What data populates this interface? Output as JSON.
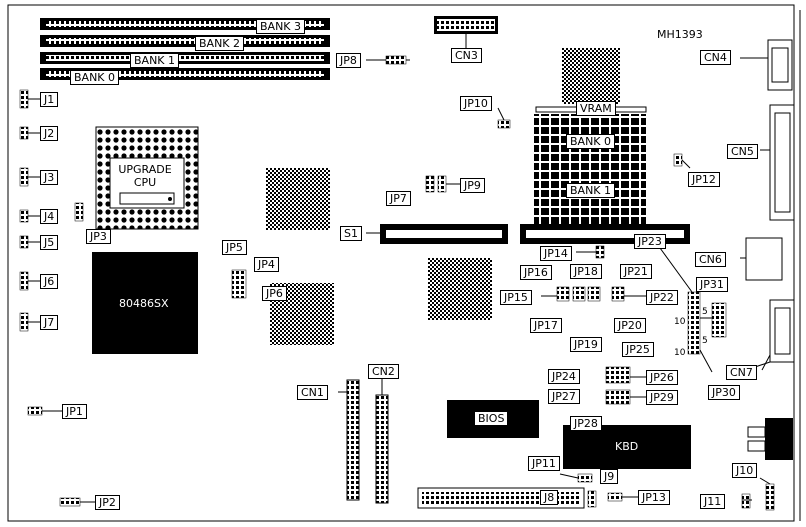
{
  "drawing_id": "MH1393",
  "memory": {
    "bank3": "BANK 3",
    "bank2": "BANK 2",
    "bank1": "BANK 1",
    "bank0": "BANK 0"
  },
  "vram": {
    "title": "VRAM",
    "bank0": "BANK 0",
    "bank1": "BANK 1"
  },
  "cpu": {
    "upgrade": "UPGRADE\nCPU",
    "main": "80486SX"
  },
  "chips": {
    "bios": "BIOS",
    "kbd": "KBD"
  },
  "connectors": {
    "cn1": "CN1",
    "cn2": "CN2",
    "cn3": "CN3",
    "cn4": "CN4",
    "cn5": "CN5",
    "cn6": "CN6",
    "cn7": "CN7"
  },
  "switch": {
    "s1": "S1"
  },
  "pins": {
    "p10a": "10",
    "p5a": "5",
    "p10b": "10",
    "p5b": "5"
  },
  "jumpers": {
    "j1": "J1",
    "j2": "J2",
    "j3": "J3",
    "j4": "J4",
    "j5": "J5",
    "j6": "J6",
    "j7": "J7",
    "j8": "J8",
    "j9": "J9",
    "j10": "J10",
    "j11": "J11",
    "jp1": "JP1",
    "jp2": "JP2",
    "jp3": "JP3",
    "jp4": "JP4",
    "jp5": "JP5",
    "jp6": "JP6",
    "jp7": "JP7",
    "jp8": "JP8",
    "jp9": "JP9",
    "jp10": "JP10",
    "jp11": "JP11",
    "jp12": "JP12",
    "jp13": "JP13",
    "jp14": "JP14",
    "jp15": "JP15",
    "jp16": "JP16",
    "jp17": "JP17",
    "jp18": "JP18",
    "jp19": "JP19",
    "jp20": "JP20",
    "jp21": "JP21",
    "jp22": "JP22",
    "jp23": "JP23",
    "jp24": "JP24",
    "jp25": "JP25",
    "jp26": "JP26",
    "jp27": "JP27",
    "jp28": "JP28",
    "jp29": "JP29",
    "jp30": "JP30",
    "jp31": "JP31"
  }
}
